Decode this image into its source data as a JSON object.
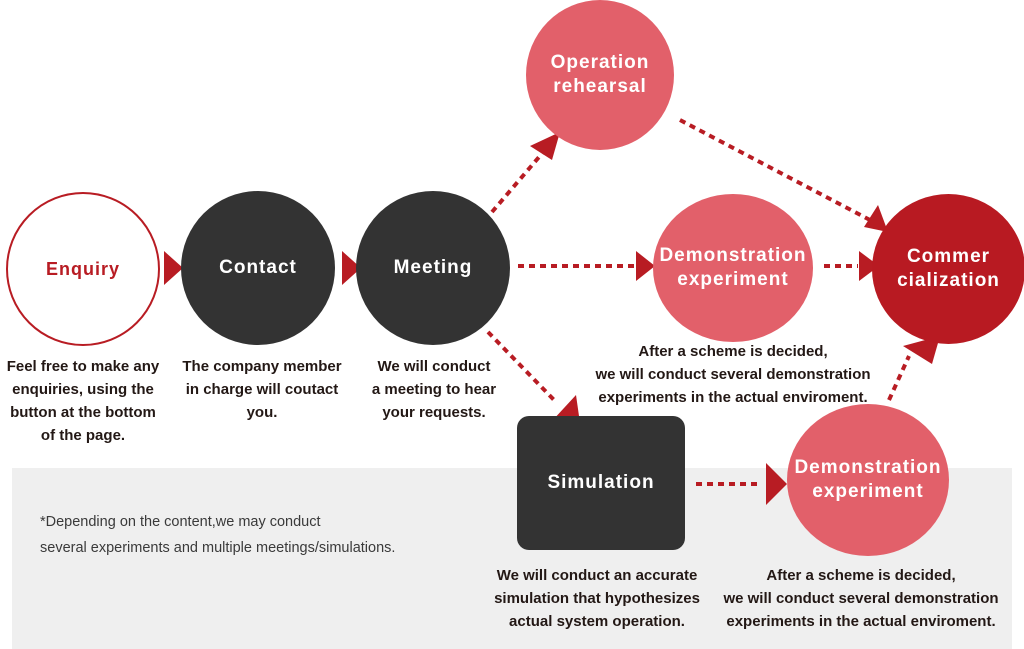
{
  "colors": {
    "dark": "#333333",
    "pink": "#e2606a",
    "red": "#b81a22",
    "outline": "#b81c23",
    "panel": "#efefef"
  },
  "nodes": {
    "enquiry": "Enquiry",
    "contact": "Contact",
    "meeting": "Meeting",
    "operation_rehearsal": "Operation\nrehearsal",
    "demo_top": "Demonstration\nexperiment",
    "commercialization": "Commer\ncialization",
    "simulation": "Simulation",
    "demo_bottom": "Demonstration\nexperiment"
  },
  "captions": {
    "enquiry": "Feel free to make any\nenquiries, using the\nbutton at the bottom\nof the page.",
    "contact": "The company member\nin charge will coutact\nyou.",
    "meeting": "We will conduct\na meeting to hear\nyour requests.",
    "demo_top": "After a scheme is decided,\nwe will conduct several demonstration\nexperiments in the actual enviroment.",
    "simulation": "We will conduct an accurate\nsimulation that hypothesizes\nactual system operation.",
    "demo_bottom": "After a scheme is decided,\nwe will conduct several demonstration\nexperiments in the actual enviroment."
  },
  "note": {
    "line1": "*Depending on the content,we may conduct",
    "line2": "several experiments and multiple meetings/simulations."
  }
}
